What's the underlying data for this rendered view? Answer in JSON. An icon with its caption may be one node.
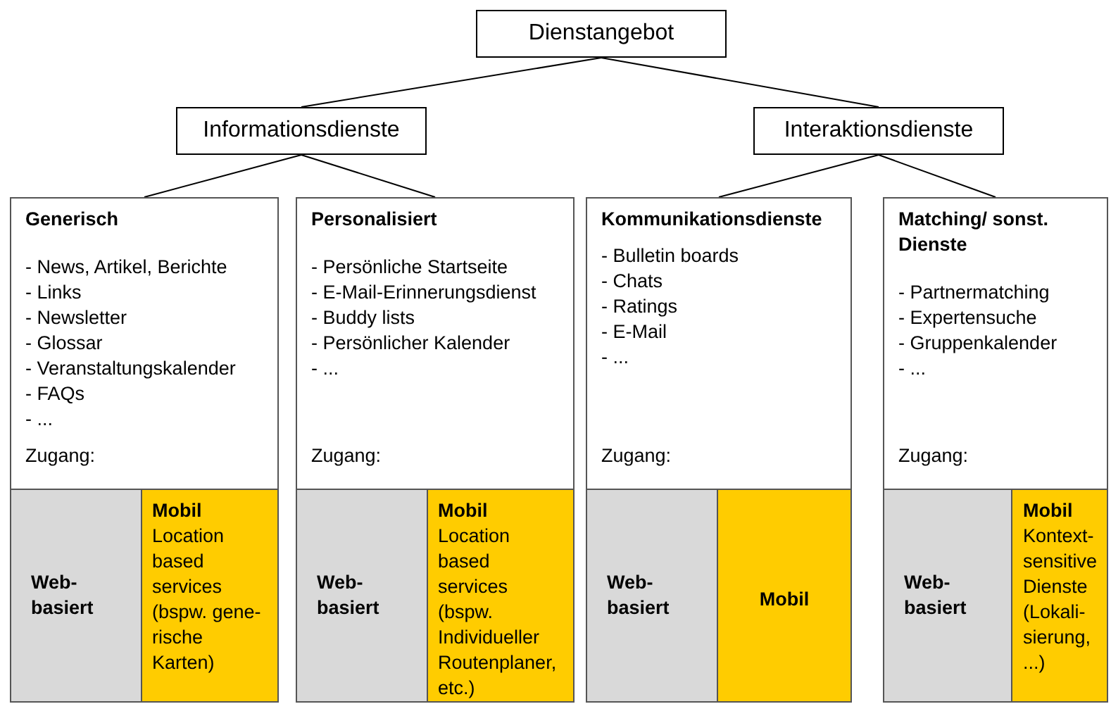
{
  "diagram": {
    "nodes": [
      {
        "text": [
          "Dienstangebot"
        ]
      },
      {
        "text": [
          "Informationsdienste"
        ]
      },
      {
        "text": [
          "Interaktionsdienste"
        ]
      },
      {
        "text": [
          "Generisch",
          "- News, Artikel, Berichte",
          "- Links",
          "- Newsletter",
          "- Glossar",
          "- Veranstaltungskalender",
          "- FAQs",
          "- ...",
          "Zugang:"
        ]
      },
      {
        "text": [
          "Web-basiert"
        ],
        "in": 3
      },
      {
        "text": [
          "Mobil",
          "Location based services (bspw. gene-rische Karten)"
        ],
        "in": 3
      },
      {
        "text": [
          "Personalisiert",
          "- Persönliche Startseite",
          "- E-Mail-Erinnerungsdienst",
          "- Buddy lists",
          "- Persönlicher Kalender",
          "- ...",
          "Zugang:"
        ]
      },
      {
        "text": [
          "Web-basiert"
        ],
        "in": 6
      },
      {
        "text": [
          "Mobil",
          "Location based services (bspw. Individueller Routenplaner, etc.)"
        ],
        "in": 6
      },
      {
        "text": [
          "Kommunikationsdienste",
          "- Bulletin boards",
          "- Chats",
          "- Ratings",
          "- E-Mail",
          "- ...",
          "Zugang:"
        ]
      },
      {
        "text": [
          "Web-basiert"
        ],
        "in": 9
      },
      {
        "text": [
          "Mobil"
        ],
        "in": 9
      },
      {
        "text": [
          "Matching/ sonst. Dienste",
          "- Partnermatching",
          "- Expertensuche",
          "- Gruppenkalender",
          "- ...",
          "Zugang:"
        ]
      },
      {
        "text": [
          "Web-basiert"
        ],
        "in": 12
      },
      {
        "text": [
          "Mobil",
          "Kontext-sensitive Dienste (Lokali-sierung, ...)"
        ],
        "in": 12
      }
    ],
    "edges": [
      {
        "from": 0,
        "to": 1,
        "arrow": "none"
      },
      {
        "from": 0,
        "to": 2,
        "arrow": "none"
      },
      {
        "from": 1,
        "to": 3,
        "arrow": "none"
      },
      {
        "from": 1,
        "to": 6,
        "arrow": "none"
      },
      {
        "from": 2,
        "to": 9,
        "arrow": "none"
      },
      {
        "from": 2,
        "to": 12,
        "arrow": "none"
      }
    ]
  }
}
